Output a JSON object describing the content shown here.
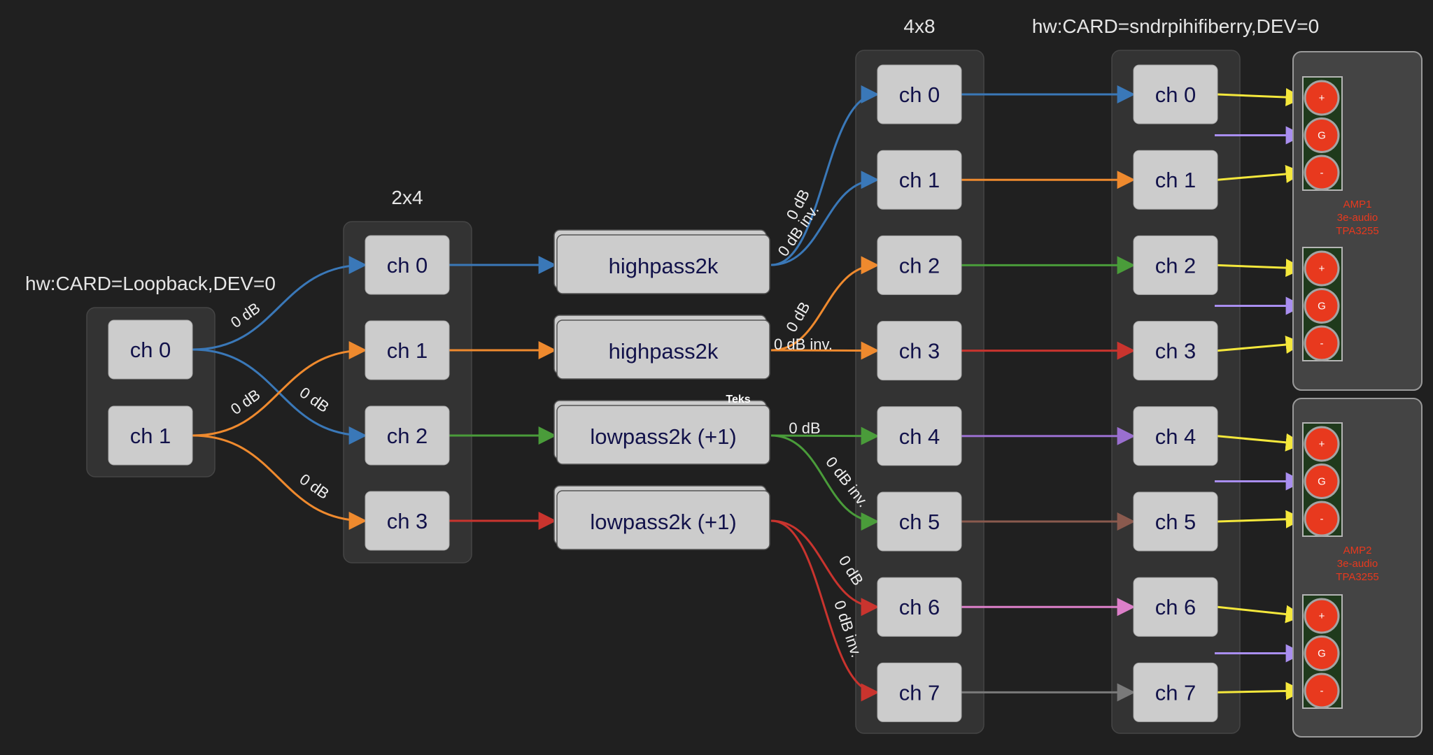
{
  "colors": {
    "background": "#202020",
    "blue": "#3a78b8",
    "orange": "#ef8a2e",
    "green": "#4a9c3a",
    "red": "#c9342e",
    "purple": "#9a6fcf",
    "brown": "#8a5a4e",
    "pink": "#dc7fc9",
    "gray": "#7a7a7a",
    "yellow": "#f5e83c",
    "lavender": "#a98ef0",
    "terminal": "#e8391e"
  },
  "groups": {
    "loopback": {
      "title": "hw:CARD=Loopback,DEV=0",
      "channels": [
        "ch 0",
        "ch 1"
      ]
    },
    "mixer_2x4": {
      "title": "2x4",
      "channels": [
        "ch 0",
        "ch 1",
        "ch 2",
        "ch 3"
      ]
    },
    "mixer_4x8": {
      "title": "4x8",
      "channels": [
        "ch 0",
        "ch 1",
        "ch 2",
        "ch 3",
        "ch 4",
        "ch 5",
        "ch 6",
        "ch 7"
      ]
    },
    "hifiberry": {
      "title": "hw:CARD=sndrpihifiberry,DEV=0",
      "channels": [
        "ch 0",
        "ch 1",
        "ch 2",
        "ch 3",
        "ch 4",
        "ch 5",
        "ch 6",
        "ch 7"
      ]
    }
  },
  "filters": [
    "highpass2k",
    "highpass2k",
    "lowpass2k (+1)",
    "lowpass2k (+1)"
  ],
  "tooltip_text": "Teks",
  "edge_labels": {
    "l0_m1": "0 dB",
    "l0_m2": "0 dB",
    "l1_m1": "0 dB",
    "l1_m3": "0 dB",
    "f0_ch0": "0 dB",
    "f0_ch1": "0 dB inv.",
    "f1_ch2": "0 dB",
    "f1_ch3": "0 dB inv.",
    "f2_ch4": "0 dB",
    "f2_ch5": "0 dB inv.",
    "f3_ch6": "0 dB",
    "f3_ch7": "0 dB inv."
  },
  "amps": [
    {
      "name": "AMP1",
      "vendor": "3e-audio",
      "model": "TPA3255",
      "terminals": [
        [
          "+",
          "G",
          "-"
        ],
        [
          "+",
          "G",
          "-"
        ]
      ]
    },
    {
      "name": "AMP2",
      "vendor": "3e-audio",
      "model": "TPA3255",
      "terminals": [
        [
          "+",
          "G",
          "-"
        ],
        [
          "+",
          "G",
          "-"
        ]
      ]
    }
  ]
}
